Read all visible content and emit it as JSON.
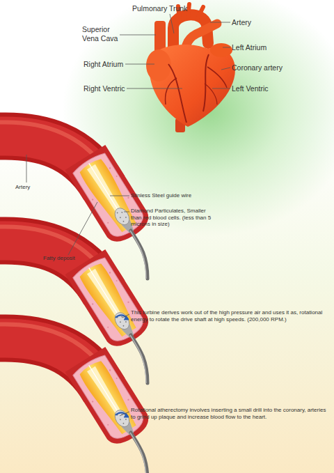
{
  "diagram": {
    "labels": [
      "Pulmonary Trunk",
      "Superior Vena Cava",
      "Artery",
      "Left Atrium",
      "Right Atrium",
      "Coronary artery",
      "Right Ventric",
      "Left Ventric",
      "Artery",
      "Stinless Steel guide wire",
      "Diamond Particulates, Smaller than red blood cells. (less than 5 microns in size)",
      "Fatty deposit",
      "This turbine derives work out of the high pressure air and uses it as, rotational energy to rotate the drive shaft at high speeds. (200,000 RPM.)",
      "Rotational atherectomy involves inserting a small drill into the coronary, arteries to grind up plaque and increase blood flow to the heart."
    ]
  }
}
